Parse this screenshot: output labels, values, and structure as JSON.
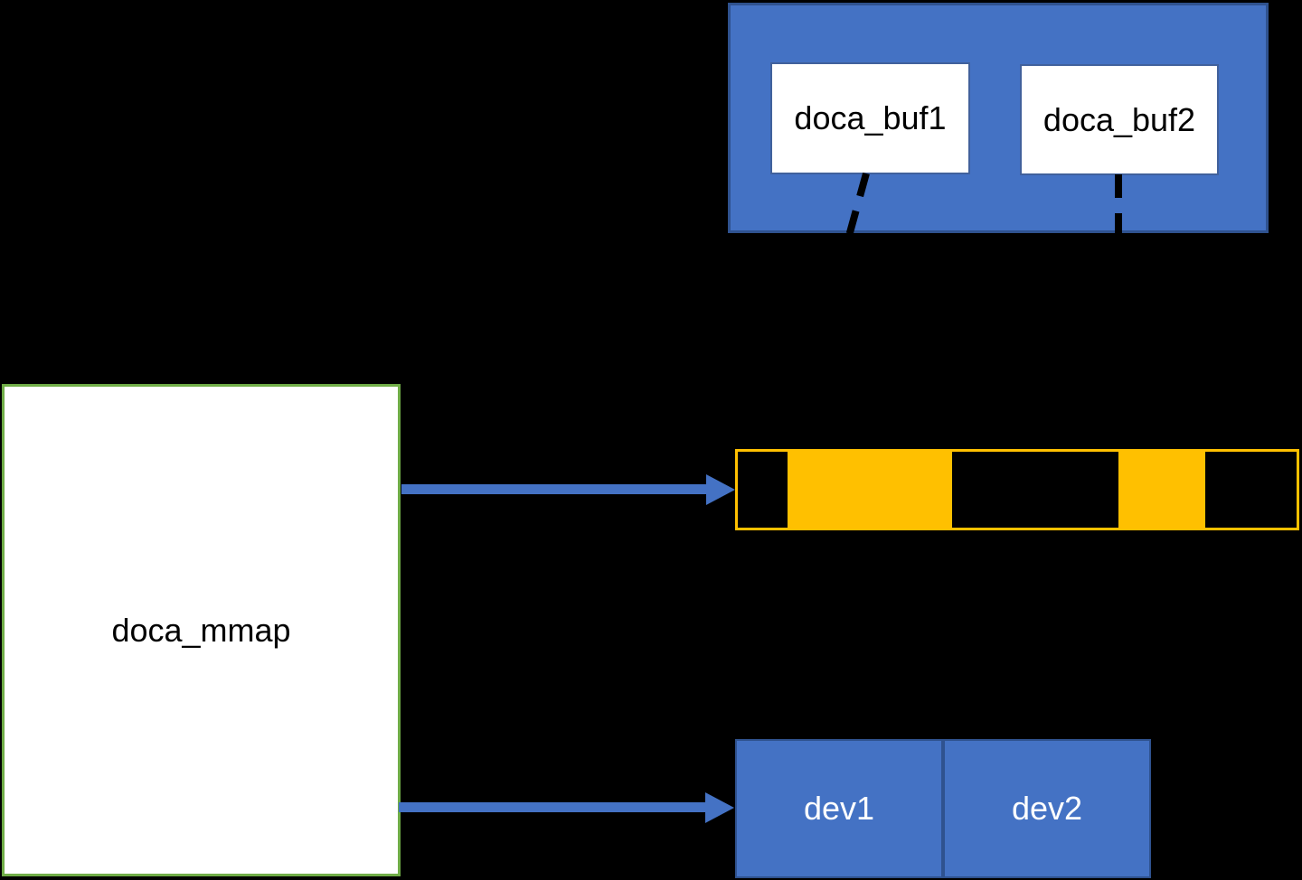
{
  "diagram": {
    "buf_container": {
      "bufs": [
        {
          "label": "doca_buf1"
        },
        {
          "label": "doca_buf2"
        }
      ]
    },
    "mmap": {
      "label": "doca_mmap"
    },
    "memory_bar": {
      "segments": [
        {
          "state": "empty",
          "width": 55
        },
        {
          "state": "highlighted",
          "width": 182
        },
        {
          "state": "empty",
          "width": 184
        },
        {
          "state": "highlighted",
          "width": 96
        },
        {
          "state": "empty",
          "width": 101
        }
      ]
    },
    "devices": [
      {
        "label": "dev1"
      },
      {
        "label": "dev2"
      }
    ],
    "colors": {
      "bg": "#000000",
      "blue-fill": "#4472C4",
      "blue-border": "#2F528F",
      "green-border": "#70AD47",
      "orange": "#FFC000",
      "white-fill": "#FFFFFF",
      "connector-black": "#000000"
    }
  }
}
